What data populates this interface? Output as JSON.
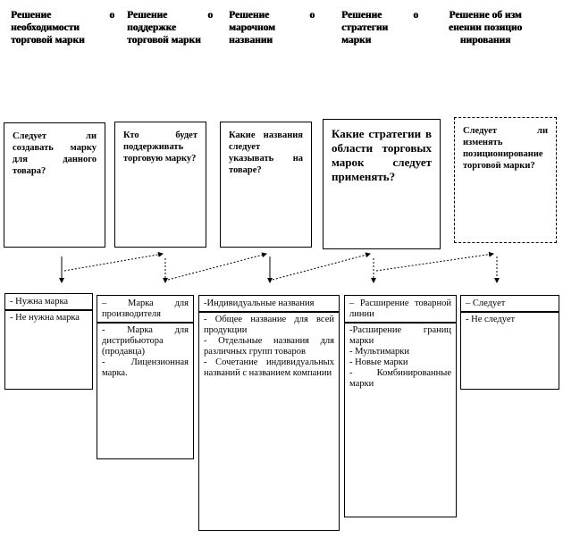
{
  "headers": [
    "Решение о необходимости торговой марки",
    "Решение о поддержке торговой марки",
    "Решение о марочном названии",
    "Решение о стратегии марки",
    "Решение об изменении позиционирования"
  ],
  "questions": [
    "Следует ли создавать марку для данного товара?",
    "Кто будет поддерживать торговую марку?",
    "Какие названия следует указывать на товаре?",
    "Какие стратегии в области торговых марок следует применять?",
    "Следует ли изменять позиционирование торговой марки?"
  ],
  "answers": [
    {
      "top": "- Нужна марка",
      "items": [
        "- Не нужна марка"
      ]
    },
    {
      "top": "– Марка для производителя",
      "items": [
        "- Марка для дистрибьютора (продавца)",
        "- Лицензионная марка."
      ]
    },
    {
      "top": "-Индивидуальные названия",
      "items": [
        "- Общее название для всей продукции",
        "- Отдельные названия для различных групп товаров",
        "- Сочетание индивидуальных названий с названием компании"
      ]
    },
    {
      "top": "– Расширение товарной линии",
      "items": [
        "-Расширение границ марки",
        "- Мультимарки",
        "- Новые марки",
        "- Комбинированные марки"
      ]
    },
    {
      "top": "– Следует",
      "items": [
        "- Не следует"
      ]
    }
  ]
}
